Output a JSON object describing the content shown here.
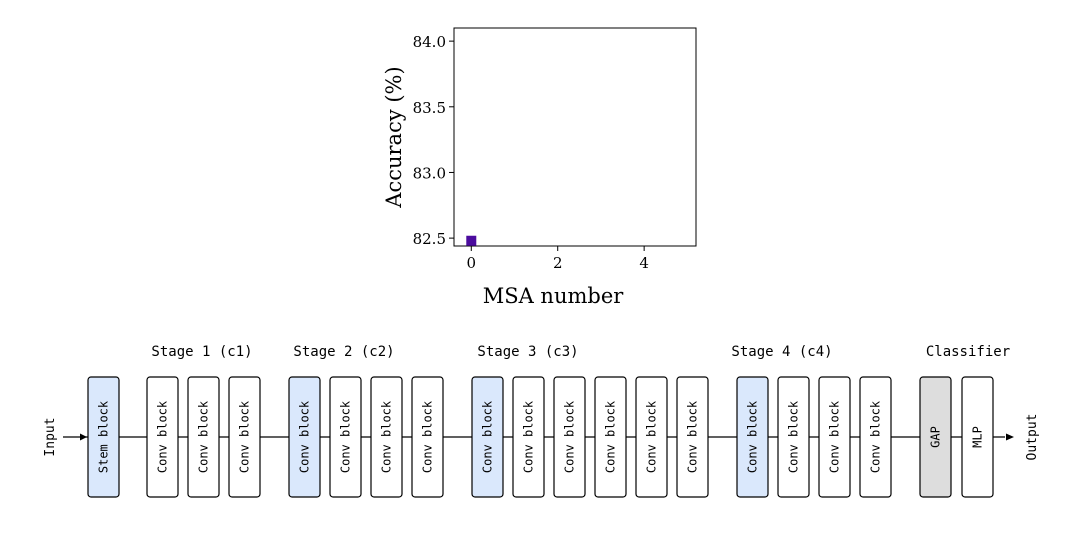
{
  "chart_data": {
    "type": "scatter",
    "xlabel": "MSA number",
    "ylabel": "Accuracy (%)",
    "xlim": [
      -0.4,
      5.2
    ],
    "ylim": [
      82.44,
      84.1
    ],
    "xticks": [
      "0",
      "2",
      "4"
    ],
    "yticks": [
      "82.5",
      "83.0",
      "83.5",
      "84.0"
    ],
    "grid": false,
    "marker": "square",
    "color": "#4b0c9e",
    "points": [
      {
        "x": 0,
        "y": 82.48
      }
    ]
  },
  "diagram": {
    "input_label": "Input",
    "output_label": "Output",
    "stem_label": "Stem block",
    "stages": [
      {
        "label": "Stage 1 (c1)",
        "blocks": [
          "Conv block",
          "Conv block",
          "Conv block"
        ]
      },
      {
        "label": "Stage 2 (c2)",
        "blocks": [
          "Conv block",
          "Conv block",
          "Conv block",
          "Conv block"
        ]
      },
      {
        "label": "Stage 3 (c3)",
        "blocks": [
          "Conv block",
          "Conv block",
          "Conv block",
          "Conv block",
          "Conv block",
          "Conv block"
        ]
      },
      {
        "label": "Stage 4 (c4)",
        "blocks": [
          "Conv block",
          "Conv block",
          "Conv block",
          "Conv block"
        ]
      }
    ],
    "classifier": {
      "label": "Classifier",
      "blocks": [
        "GAP",
        "MLP"
      ]
    },
    "colors": {
      "highlight": "#dae8fc",
      "plain": "#ffffff",
      "gap": "#dddddd",
      "stroke": "#000000"
    }
  }
}
